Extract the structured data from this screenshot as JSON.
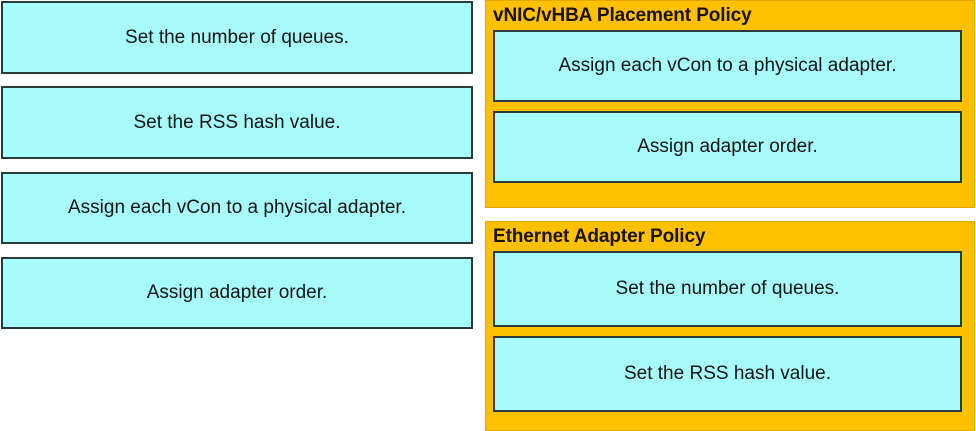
{
  "colors": {
    "tile_fill": "#a8fbfb",
    "tile_border": "#2b3a3a",
    "panel_fill": "#ffc000",
    "text": "#101414"
  },
  "source_pool": {
    "name": "unplaced-answer-tiles",
    "tiles": [
      {
        "label": "Set the number of queues."
      },
      {
        "label": "Set the RSS hash value."
      },
      {
        "label": "Assign each vCon to a physical adapter."
      },
      {
        "label": "Assign adapter order."
      }
    ]
  },
  "targets": {
    "panels": [
      {
        "title": "vNIC/vHBA Placement Policy",
        "slots": [
          {
            "label": "Assign each vCon to a physical adapter."
          },
          {
            "label": "Assign adapter order."
          }
        ]
      },
      {
        "title": "Ethernet Adapter Policy",
        "slots": [
          {
            "label": "Set the number of queues."
          },
          {
            "label": "Set the RSS hash value."
          }
        ]
      }
    ]
  }
}
